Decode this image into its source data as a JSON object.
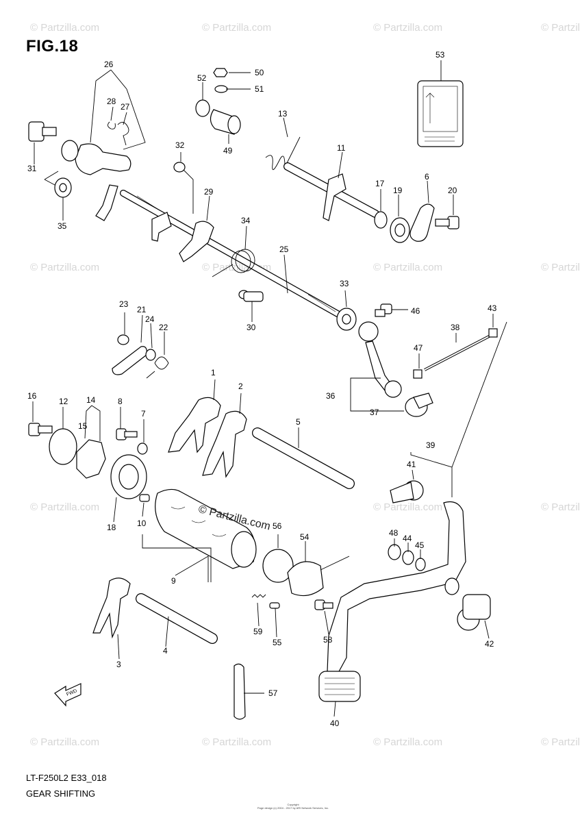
{
  "figure": {
    "title": "FIG.18",
    "code": "LT-F250L2 E33_018",
    "name": "GEAR SHIFTING",
    "copyright_line1": "Copyright",
    "copyright_line2": "Page design (c) 2004 - 2017 by ARI Network Services, Inc."
  },
  "watermark": {
    "text": "© Partzilla.com",
    "center_text": "© Partzilla.com"
  },
  "fwd_label": "FWD",
  "callouts": [
    "1",
    "2",
    "3",
    "4",
    "5",
    "6",
    "7",
    "8",
    "9",
    "10",
    "11",
    "12",
    "13",
    "14",
    "15",
    "16",
    "17",
    "18",
    "19",
    "20",
    "21",
    "22",
    "23",
    "24",
    "25",
    "26",
    "27",
    "28",
    "29",
    "30",
    "31",
    "32",
    "33",
    "34",
    "35",
    "36",
    "37",
    "38",
    "39",
    "40",
    "41",
    "42",
    "43",
    "44",
    "45",
    "46",
    "47",
    "48",
    "49",
    "50",
    "51",
    "52",
    "53",
    "54",
    "55",
    "56",
    "57",
    "58",
    "59"
  ],
  "colors": {
    "line": "#000000",
    "watermark": "#d6d6d6"
  }
}
